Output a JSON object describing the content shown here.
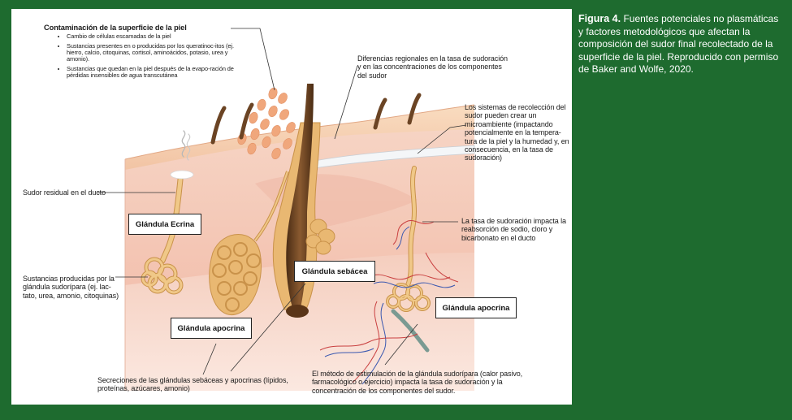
{
  "caption": {
    "figure_label": "Figura 4.",
    "text": "Fuentes potenciales no plasmáticas y factores metodológicos que afectan la composición del sudor final recolectado de la superficie de la piel. Reproducido con permiso de Baker and Wolfe, 2020."
  },
  "labels": {
    "contamination_title": "Contaminación de la superficie de la piel",
    "contamination_items": [
      "Cambio de células escamadas de la piel",
      "Sustancias presentes en o producidas por los queratinoc-itos (ej. hierro, calcio, citoquinas, cortisol, aminoácidos, potasio, urea y amonio).",
      "Sustancias que quedan en la piel después de la evapo-ración de pérdidas insensibles de agua transcutánea"
    ],
    "regional": "Diferencias regionales en la tasa de sudoración y en las concentraciones de los componentes del sudor",
    "collection": "Los sistemas de recolección del sudor pueden crear un microambiente (impactando potencialmente en la tempera-tura de la piel y la humedad y, en consecuencia, en la tasa de sudoración)",
    "residual": "Sudor residual en el ducto",
    "reabsorption": "La tasa de sudoración impacta la reabsorción de sodio, cloro y bicarbonato en el ducto",
    "substances": "Sustancias producidas por la glándula sudorípara (ej. lac-tato, urea, amonio, citoquinas)",
    "secretions": "Secreciones de las glándulas sebáceas y apocrinas (lípidos, proteínas, azúcares, amonio)",
    "stimulation": "El método de estimulación de la glándula sudorípara (calor pasivo, farmacológico o ejercicio) impacta la tasa de sudoración y la concentración de los componentes del sudor."
  },
  "boxes": {
    "eccrine": "Glándula Ecrina",
    "apocrine_left": "Glándula apocrina",
    "sebaceous": "Glándula sebácea",
    "apocrine_right": "Glándula apocrina"
  },
  "colors": {
    "frame_green": "#1e6b2f",
    "skin_top": "#f5cfae",
    "dermis": "#f4c9b5",
    "gland": "#e9b872",
    "hair": "#6b4424"
  }
}
